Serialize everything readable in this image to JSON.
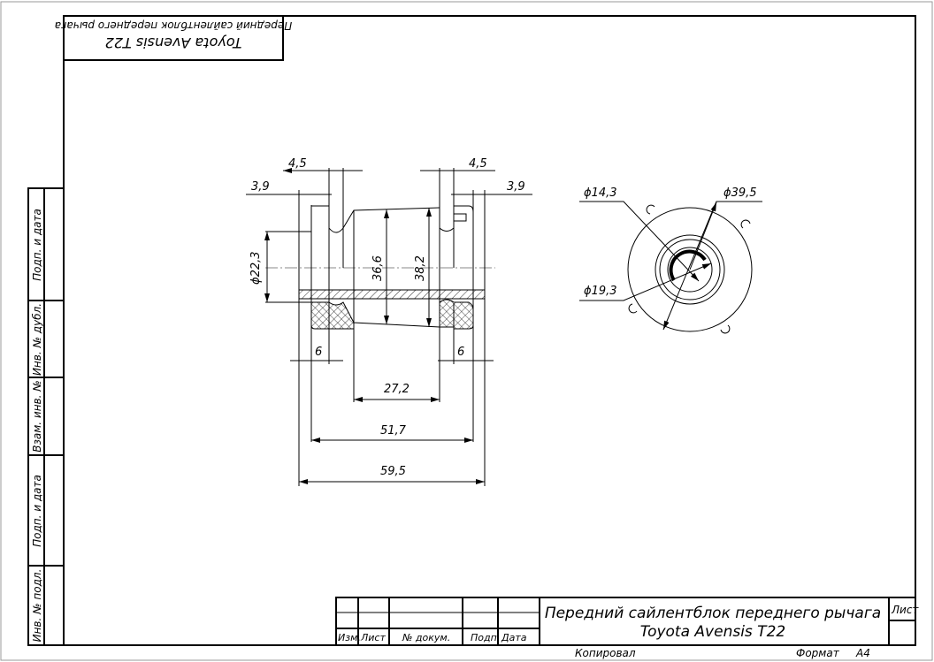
{
  "stamp_top": {
    "line1": "Toyota Avensis T22",
    "line2": "Передний сайлентблок переднего рычага"
  },
  "side_strip": [
    "Подп. и дата",
    "Инв. № дубл.",
    "Взам. инв. №",
    "Подп. и дата",
    "Инв. № подл."
  ],
  "dimensions": {
    "left_4_5": "4,5",
    "right_4_5": "4,5",
    "left_3_9": "3,9",
    "right_3_9": "3,9",
    "d22_3": "ϕ22,3",
    "h36_6": "36,6",
    "h38_2": "38,2",
    "left_6": "6",
    "right_6": "6",
    "w27_2": "27,2",
    "w51_7": "51,7",
    "w59_5": "59,5",
    "d14_3": "ϕ14,3",
    "d39_5": "ϕ39,5",
    "d19_3": "ϕ19,3"
  },
  "title_block": {
    "title_line1": "Передний сайлентблок переднего рычага",
    "title_line2": "Toyota Avensis T22",
    "col_izm": "Изм.",
    "col_list": "Лист",
    "col_doc": "№ докум.",
    "col_podp": "Подп.",
    "col_data": "Дата",
    "sheet_label": "Лист",
    "copied": "Копировал",
    "format_label": "Формат",
    "format_value": "A4"
  }
}
